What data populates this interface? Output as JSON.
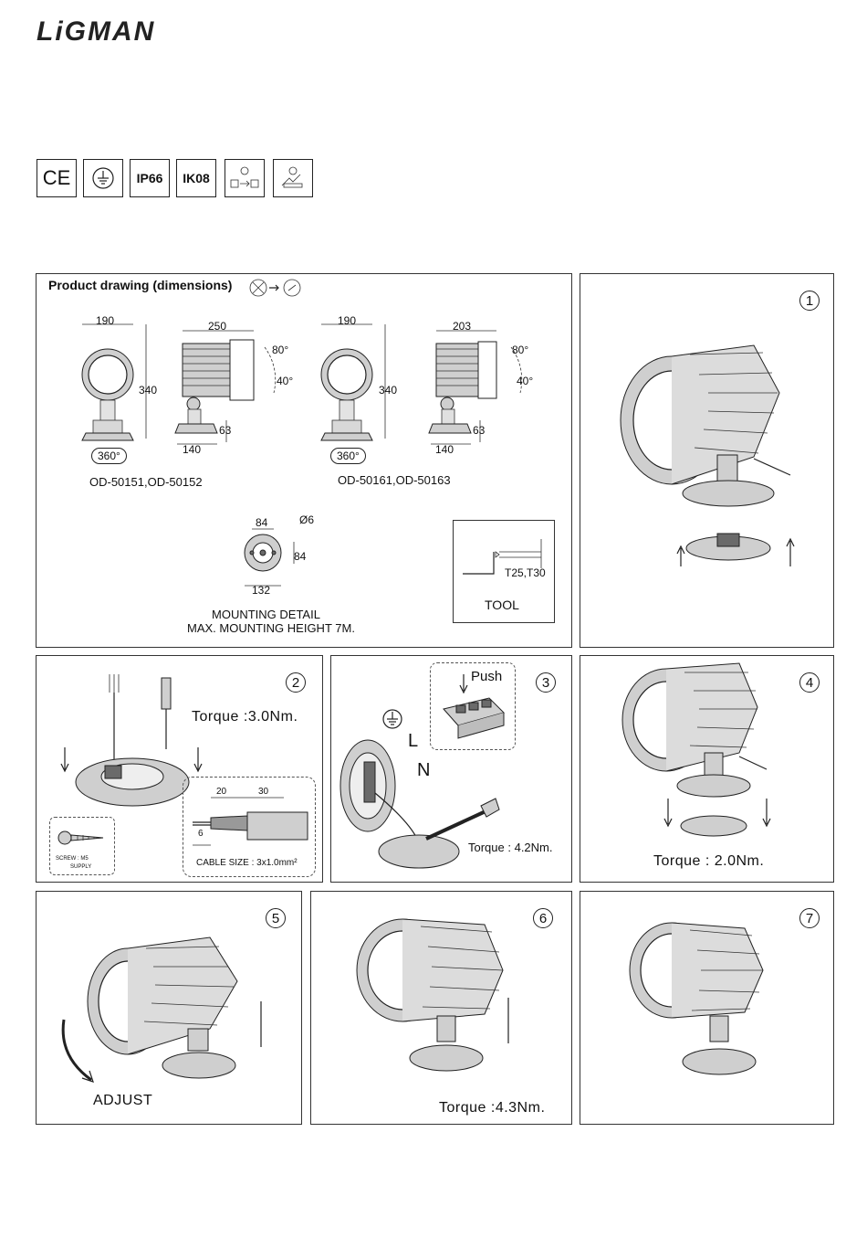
{
  "brand": "LiGMAN",
  "certifications": [
    "CE",
    "earth-ground",
    "IP66",
    "IK08",
    "replaceable-light-source",
    "replaceable-control-gear"
  ],
  "panel_main": {
    "heading": "Product drawing (dimensions)",
    "dims": {
      "a_w": "190",
      "a_side_w": "250",
      "a_h": "340",
      "a_tilt_up": "80°",
      "a_tilt_down": "40°",
      "a_base_h": "63",
      "a_base_w": "140",
      "a_rot": "360°",
      "b_w": "190",
      "b_side_w": "203",
      "b_h": "340",
      "b_tilt_up": "80°",
      "b_tilt_down": "40°",
      "b_base_h": "63",
      "b_base_w": "140",
      "b_rot": "360°"
    },
    "model_a": "OD-50151,OD-50152",
    "model_b": "OD-50161,OD-50163",
    "mount": {
      "d1": "84",
      "d2": "Ø6",
      "d3": "84",
      "d4": "132",
      "label1": "MOUNTING DETAIL",
      "label2": "MAX. MOUNTING HEIGHT 7M."
    },
    "tool": {
      "size": "T25,T30",
      "label": "TOOL"
    }
  },
  "steps": {
    "s1": {
      "num": "1"
    },
    "s2": {
      "num": "2",
      "torque": "Torque :3.0Nm.",
      "cable_dims": [
        "20",
        "30",
        "6"
      ],
      "cable_size": "CABLE SIZE : 3x1.0mm²",
      "screw_line1": "SCREW : M5",
      "screw_line2": "SUPPLY"
    },
    "s3": {
      "num": "3",
      "push": "Push",
      "live": "L",
      "neutral": "N",
      "torque": "Torque : 4.2Nm."
    },
    "s4": {
      "num": "4",
      "torque": "Torque : 2.0Nm."
    },
    "s5": {
      "num": "5",
      "adjust": "ADJUST"
    },
    "s6": {
      "num": "6",
      "torque": "Torque :4.3Nm."
    },
    "s7": {
      "num": "7"
    }
  }
}
